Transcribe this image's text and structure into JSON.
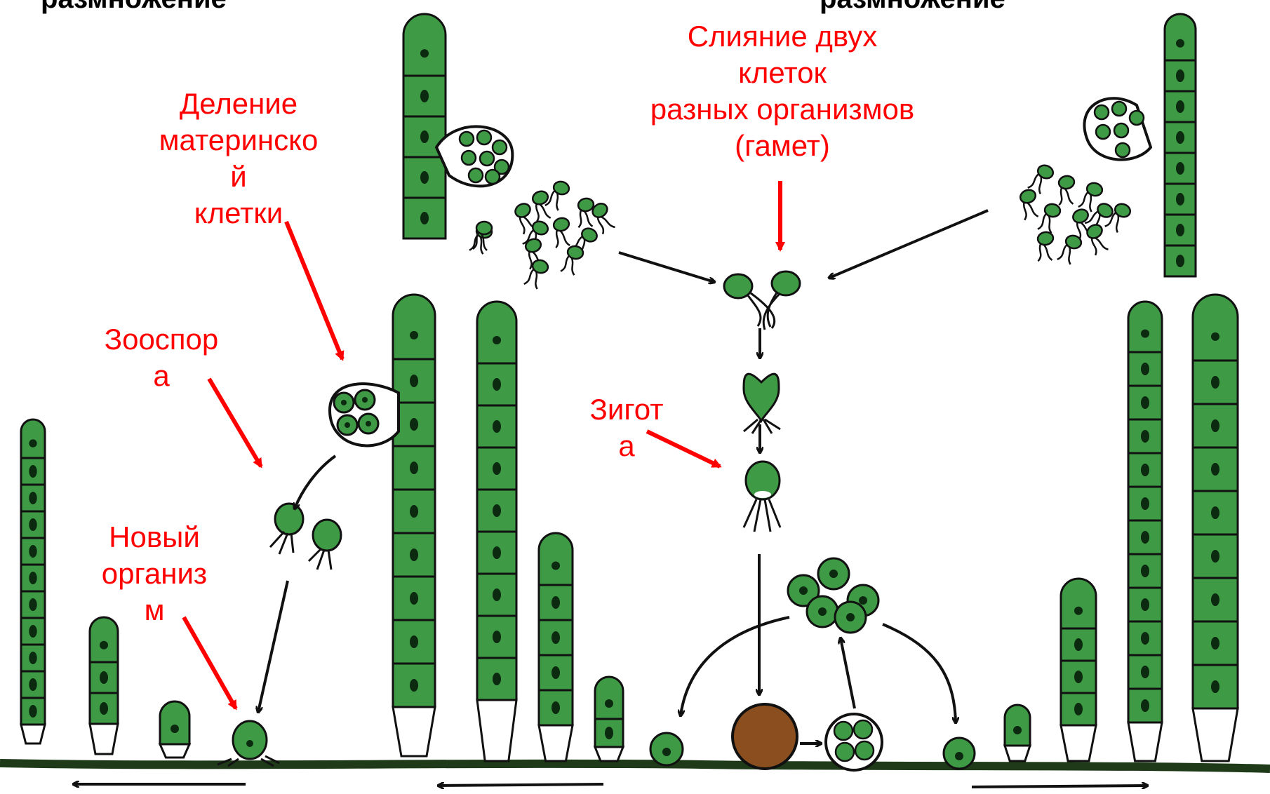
{
  "headings": {
    "left": "размножение",
    "right": "размножение"
  },
  "labels": {
    "fusion": [
      "Слияние двух",
      "клеток",
      "разных организмов",
      "(гамет)"
    ],
    "division": [
      "Деление",
      "материнско",
      "й",
      "клетки"
    ],
    "zoospore": [
      "Зооспор",
      "а"
    ],
    "zygote": [
      "Зигот",
      "а"
    ],
    "new_organism": [
      "Новый",
      "организ",
      "м"
    ]
  },
  "colors": {
    "label_red": "#ff0000",
    "alga_green": "#3f9a45",
    "nucleus": "#0b2a10",
    "zygote_brown": "#8b4e1e",
    "substrate": "#1e3a18"
  }
}
